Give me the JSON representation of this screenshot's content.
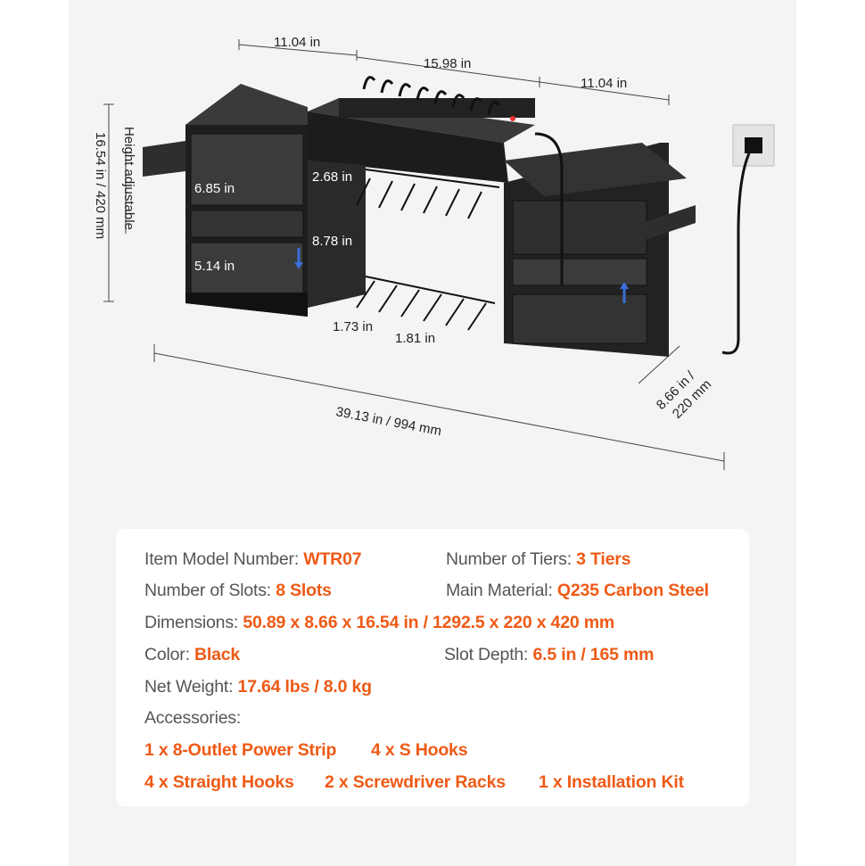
{
  "dimensions": {
    "top_left_width": "11.04 in",
    "top_center_width": "15.98 in",
    "top_right_width": "11.04 in",
    "height": "16.54 in  / 420 mm",
    "height_adjustable": "Height adjustable",
    "shelf_top": "6.85 in",
    "shelf_bottom": "5.14 in",
    "center_top": "2.68 in",
    "center_height": "8.78 in",
    "slot_width_a": "1.73 in",
    "slot_width_b": "1.81 in",
    "total_width": "39.13 in  / 994 mm",
    "depth_line1": "8.66 in /",
    "depth_line2": "220 mm"
  },
  "specs": {
    "model_label": "Item Model Number: ",
    "model_value": "WTR07",
    "tiers_label": "Number of Tiers: ",
    "tiers_value": "3 Tiers",
    "slots_label": "Number of Slots: ",
    "slots_value": "8 Slots",
    "material_label": "Main Material: ",
    "material_value": "Q235 Carbon Steel",
    "dimensions_label": "Dimensions: ",
    "dimensions_value": "50.89 x 8.66 x 16.54 in / 1292.5 x 220 x 420 mm",
    "color_label": "Color: ",
    "color_value": "Black",
    "depth_label": "Slot Depth: ",
    "depth_value": "6.5 in / 165 mm",
    "weight_label": "Net Weight: ",
    "weight_value": "17.64 lbs / 8.0 kg",
    "accessories_label": "Accessories:",
    "accessories": [
      "1 x 8-Outlet Power Strip",
      "4 x S Hooks",
      "4 x Straight Hooks",
      "2 x Screwdriver Racks",
      "1 x Installation Kit"
    ]
  },
  "colors": {
    "accent": "#ee5a16",
    "label": "#555555",
    "background": "#f4f4f4",
    "card": "#ffffff"
  }
}
